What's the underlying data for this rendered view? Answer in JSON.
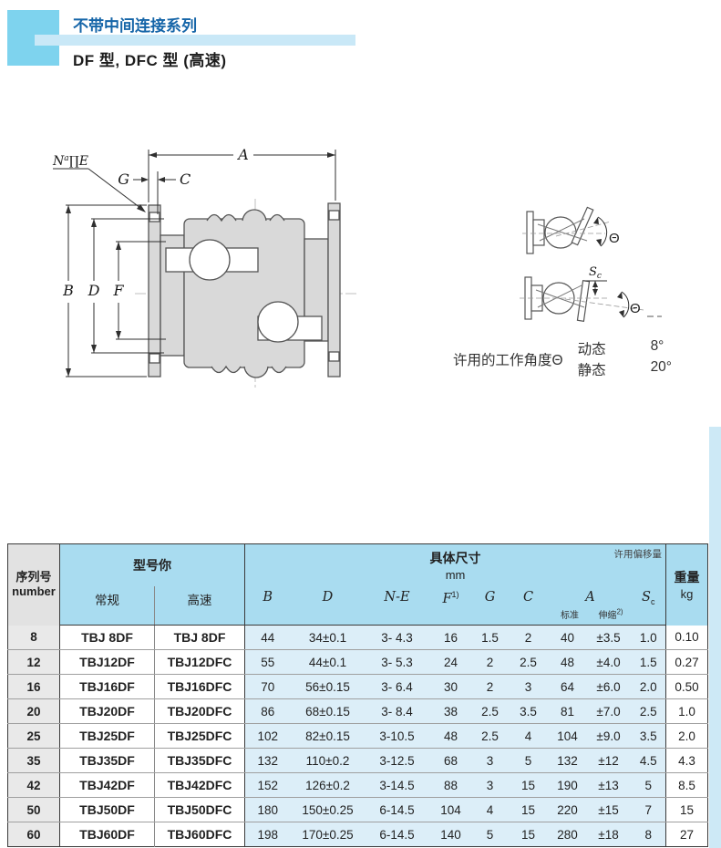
{
  "header": {
    "series_title": "不带中间连接系列",
    "model_title": "DF 型,  DFC 型 (高速)"
  },
  "colors": {
    "accent_cyan": "#7ed3ee",
    "accent_bar": "#c9e8f7",
    "title_blue": "#1565a8",
    "table_header_blue": "#a9dcf0",
    "table_body_blue": "#dceef8"
  },
  "drawing": {
    "dim_a": "A",
    "dim_b": "B",
    "dim_c": "C",
    "dim_d": "D",
    "dim_f": "F",
    "dim_g": "G",
    "hole_note_main": "N",
    "hole_note_sup": "a",
    "hole_note_tail": "∏E"
  },
  "angle_diagram": {
    "theta_top": "Θ",
    "theta_bottom": "Θ",
    "sc_main": "S",
    "sc_sub": "c",
    "caption": "许用的工作角度Θ",
    "dynamic_label": "动态",
    "dynamic_value": "8°",
    "static_label": "静态",
    "static_value": "20°"
  },
  "table": {
    "headers": {
      "serial_line1": "序列号",
      "serial_line2": "number",
      "model_group": "型号你",
      "regular": "常规",
      "high_speed": "高速",
      "dims_group": "具体尺寸",
      "dims_unit": "mm",
      "offset_note": "许用偏移量",
      "b": "B",
      "d": "D",
      "ne": "N-E",
      "f": "F",
      "f_sup": "1)",
      "g": "G",
      "c": "C",
      "a": "A",
      "a_std": "标准",
      "a_ext": "伸缩",
      "a_ext_sup": "2)",
      "sc_main": "S",
      "sc_sub": "c",
      "weight_line1": "重量",
      "weight_line2": "kg"
    },
    "rows": [
      {
        "serial": "8",
        "regular": "TBJ 8DF",
        "high": "TBJ 8DF",
        "b": "44",
        "d": "34±0.1",
        "ne": "3- 4.3",
        "f": "16",
        "g": "1.5",
        "c": "2",
        "a_std": "40",
        "a_ext": "±3.5",
        "sc": "1.0",
        "kg": "0.10"
      },
      {
        "serial": "12",
        "regular": "TBJ12DF",
        "high": "TBJ12DFC",
        "b": "55",
        "d": "44±0.1",
        "ne": "3- 5.3",
        "f": "24",
        "g": "2",
        "c": "2.5",
        "a_std": "48",
        "a_ext": "±4.0",
        "sc": "1.5",
        "kg": "0.27"
      },
      {
        "serial": "16",
        "regular": "TBJ16DF",
        "high": "TBJ16DFC",
        "b": "70",
        "d": "56±0.15",
        "ne": "3- 6.4",
        "f": "30",
        "g": "2",
        "c": "3",
        "a_std": "64",
        "a_ext": "±6.0",
        "sc": "2.0",
        "kg": "0.50"
      },
      {
        "serial": "20",
        "regular": "TBJ20DF",
        "high": "TBJ20DFC",
        "b": "86",
        "d": "68±0.15",
        "ne": "3- 8.4",
        "f": "38",
        "g": "2.5",
        "c": "3.5",
        "a_std": "81",
        "a_ext": "±7.0",
        "sc": "2.5",
        "kg": "1.0"
      },
      {
        "serial": "25",
        "regular": "TBJ25DF",
        "high": "TBJ25DFC",
        "b": "102",
        "d": "82±0.15",
        "ne": "3-10.5",
        "f": "48",
        "g": "2.5",
        "c": "4",
        "a_std": "104",
        "a_ext": "±9.0",
        "sc": "3.5",
        "kg": "2.0"
      },
      {
        "serial": "35",
        "regular": "TBJ35DF",
        "high": "TBJ35DFC",
        "b": "132",
        "d": "110±0.2",
        "ne": "3-12.5",
        "f": "68",
        "g": "3",
        "c": "5",
        "a_std": "132",
        "a_ext": "±12",
        "sc": "4.5",
        "kg": "4.3"
      },
      {
        "serial": "42",
        "regular": "TBJ42DF",
        "high": "TBJ42DFC",
        "b": "152",
        "d": "126±0.2",
        "ne": "3-14.5",
        "f": "88",
        "g": "3",
        "c": "15",
        "a_std": "190",
        "a_ext": "±13",
        "sc": "5",
        "kg": "8.5"
      },
      {
        "serial": "50",
        "regular": "TBJ50DF",
        "high": "TBJ50DFC",
        "b": "180",
        "d": "150±0.25",
        "ne": "6-14.5",
        "f": "104",
        "g": "4",
        "c": "15",
        "a_std": "220",
        "a_ext": "±15",
        "sc": "7",
        "kg": "15"
      },
      {
        "serial": "60",
        "regular": "TBJ60DF",
        "high": "TBJ60DFC",
        "b": "198",
        "d": "170±0.25",
        "ne": "6-14.5",
        "f": "140",
        "g": "5",
        "c": "15",
        "a_std": "280",
        "a_ext": "±18",
        "sc": "8",
        "kg": "27"
      }
    ]
  }
}
